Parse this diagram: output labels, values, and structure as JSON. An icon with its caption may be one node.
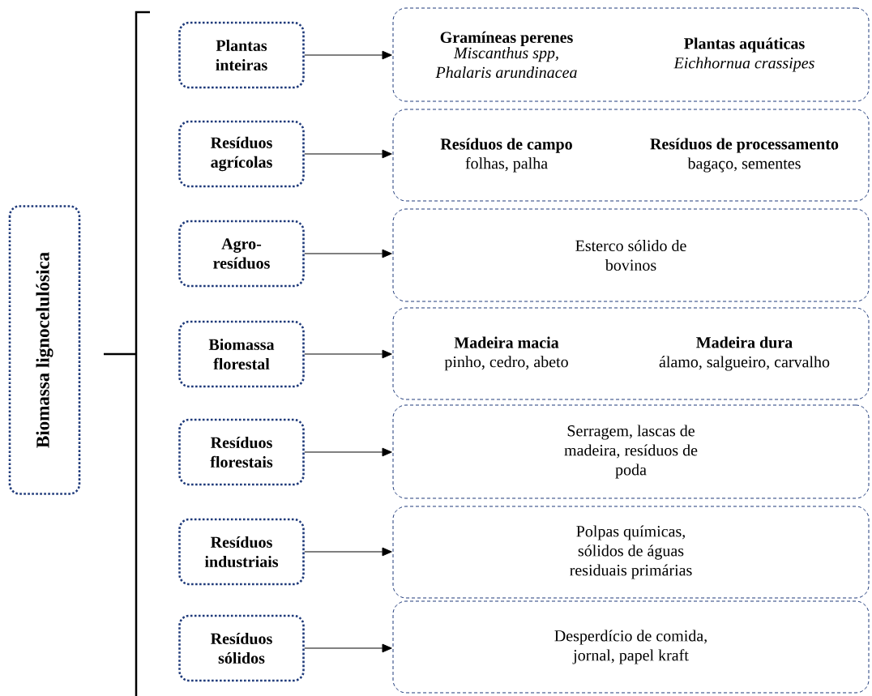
{
  "diagram": {
    "nodes": [
      {
        "text": [
          "Biomassa lignocelulósica"
        ]
      },
      {
        "text": [
          "Plantas inteiras"
        ]
      },
      {
        "text": [
          "Gramíneas perenes",
          "Miscanthus spp, Phalaris arundinacea",
          "Plantas aquáticas",
          "Eichhornua crassipes"
        ]
      },
      {
        "text": [
          "Resíduos agrícolas"
        ]
      },
      {
        "text": [
          "Resíduos de campo",
          "folhas, palha",
          "Resíduos de processamento",
          "bagaço, sementes"
        ]
      },
      {
        "text": [
          "Agro-resíduos"
        ]
      },
      {
        "text": [
          "Esterco sólido de bovinos"
        ]
      },
      {
        "text": [
          "Biomassa florestal"
        ]
      },
      {
        "text": [
          "Madeira macia",
          "pinho, cedro, abeto",
          "Madeira dura",
          "álamo, salgueiro, carvalho"
        ]
      },
      {
        "text": [
          "Resíduos florestais"
        ]
      },
      {
        "text": [
          "Serragem, lascas de madeira, resíduos de poda"
        ]
      },
      {
        "text": [
          "Resíduos industriais"
        ]
      },
      {
        "text": [
          "Polpas químicas, sólidos de águas residuais primárias"
        ]
      },
      {
        "text": [
          "Resíduos sólidos"
        ]
      },
      {
        "text": [
          "Desperdício de comida, jornal, papel kraft"
        ]
      }
    ],
    "edges": [
      {
        "from": 1,
        "to": 2,
        "arrow": "to"
      },
      {
        "from": 3,
        "to": 4,
        "arrow": "to"
      },
      {
        "from": 5,
        "to": 6,
        "arrow": "to"
      },
      {
        "from": 7,
        "to": 8,
        "arrow": "to"
      },
      {
        "from": 9,
        "to": 10,
        "arrow": "to"
      },
      {
        "from": 11,
        "to": 12,
        "arrow": "to"
      },
      {
        "from": 13,
        "to": 14,
        "arrow": "to"
      }
    ]
  }
}
